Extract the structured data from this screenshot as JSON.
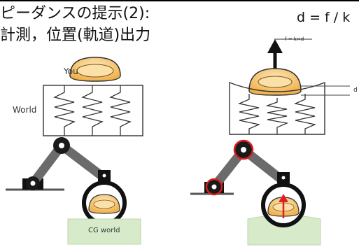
{
  "slide": {
    "title_line1": "ピーダンスの提示(2):",
    "title_line2": "計測，位置(軌道)出力",
    "formula_main": "d = f / k",
    "formula_small": "f = k×d",
    "label_d": "d"
  },
  "diagram": {
    "label_you": "You",
    "label_world": "World",
    "label_cg_world": "CG world"
  },
  "colors": {
    "body_fill": "#f5bd5c",
    "body_highlight": "#fde7b8",
    "arm_gray": "#6b6b6b",
    "joint_red": "#d91e1e",
    "ground_green": "#d7ebcb",
    "arrow_red": "#e02020"
  }
}
